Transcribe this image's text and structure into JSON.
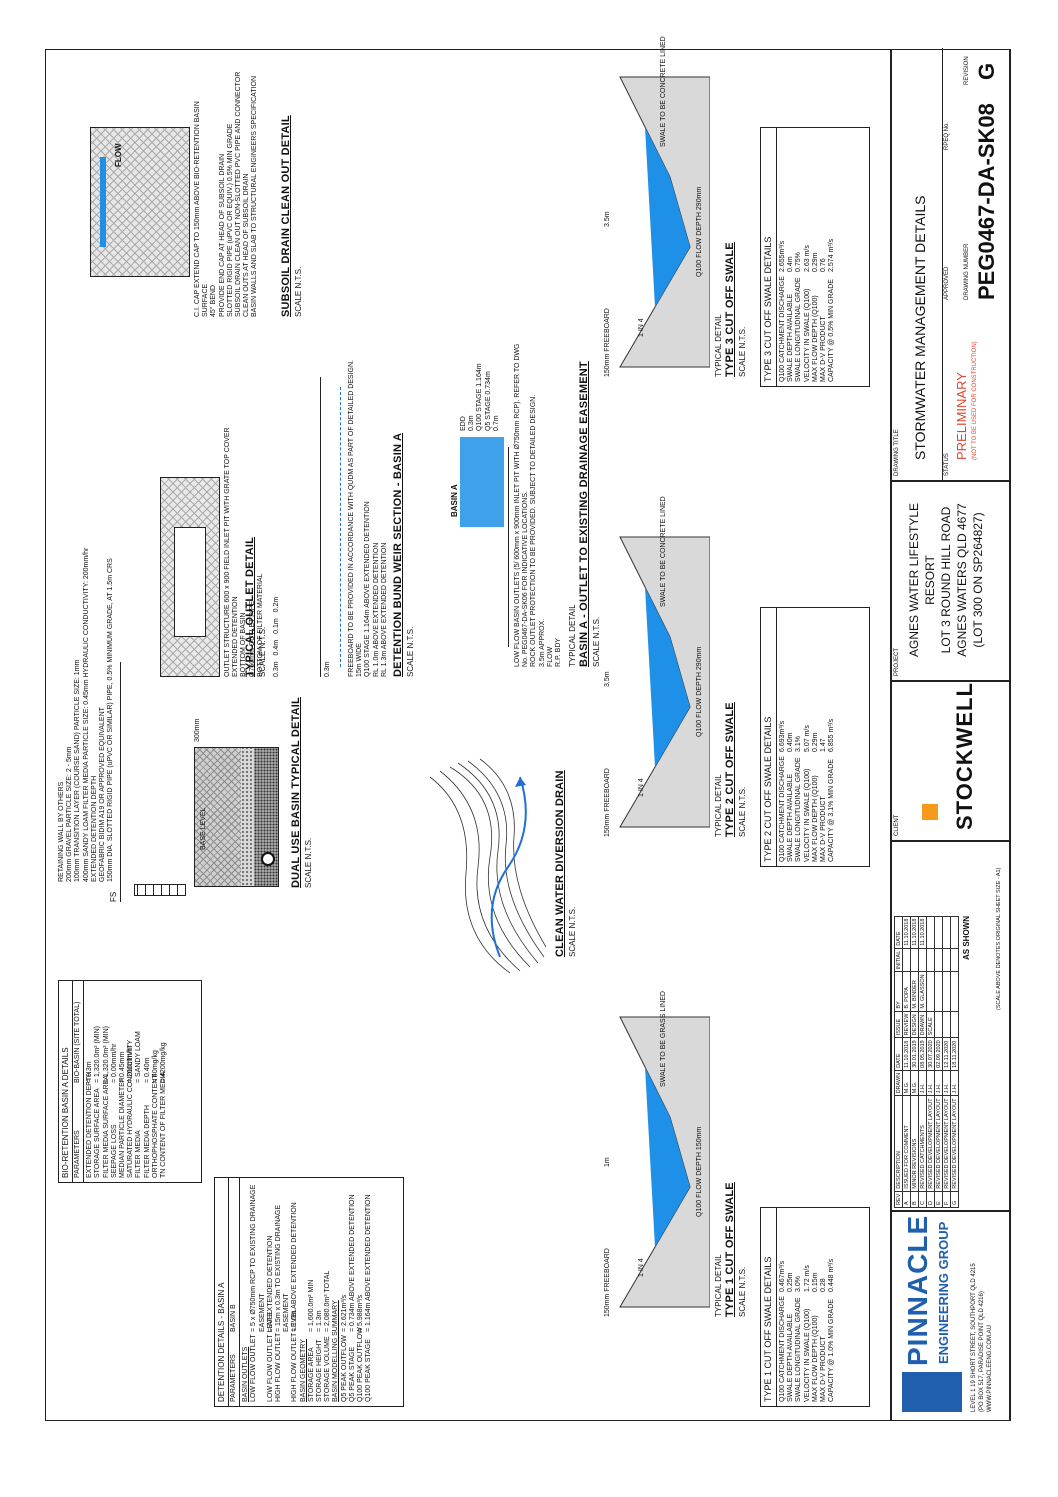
{
  "bio_table": {
    "title": "BIO-RETENTION BASIN A DETAILS",
    "col_param": "PARAMETERS",
    "col_value": "BIO-BASIN (SITE TOTAL)",
    "rows": [
      [
        "EXTENDED DETENTION DEPTH",
        "= 0.3m"
      ],
      [
        "STORAGE SURFACE AREA",
        "= 1,320.0m² (MIN)"
      ],
      [
        "FILTER MEDIA SURFACE AREA",
        "= 1,320.0m² (MIN)"
      ],
      [
        "SEEPAGE LOSS",
        "= 0.00mm/hr"
      ],
      [
        "MEDIAN PARTICLE DIAMETER",
        "= 0.45mm"
      ],
      [
        "SATURATED HYDRAULIC CONDUCTIVITY",
        "= 200mm/hr"
      ],
      [
        "FILTER MEDIA",
        "= SANDY LOAM"
      ],
      [
        "FILTER MEDIA DEPTH",
        "= 0.40m"
      ],
      [
        "ORTHOPHOSPHATE CONTENT",
        "= 40mg/kg"
      ],
      [
        "TN CONTENT OF FILTER MEDIA",
        "= 4200mg/kg"
      ]
    ]
  },
  "det_table": {
    "title": "DETENTION DETAILS - BASIN A",
    "col_param": "PARAMETERS",
    "col_value": "BASIN B",
    "rows": [
      [
        "BASIN OUTLETS",
        ""
      ],
      [
        "LOW FLOW OUTLET",
        "= 5 x Ø750mm RCP TO EXISTING DRAINAGE EASEMENT"
      ],
      [
        "LOW FLOW OUTLET LEVEL",
        "= AT EXTENDED DETENTION"
      ],
      [
        "HIGH FLOW OUTLET",
        "= 15m x 0.3m TO EXISTING DRAINAGE EASEMENT"
      ],
      [
        "HIGH FLOW OUTLET LEVEL",
        "= 1.0m ABOVE EXTENDED DETENTION"
      ],
      [
        "BASIN GEOMETRY",
        ""
      ],
      [
        "STORAGE AREA",
        "= 1,600.0m² MIN"
      ],
      [
        "STORAGE HEIGHT",
        "= 1.3m"
      ],
      [
        "STORAGE VOLUME",
        "= 2,080.0m³ TOTAL"
      ],
      [
        "BASIN MODELLING SUMMARY",
        ""
      ],
      [
        "Q5 PEAK OUTFLOW",
        "= 2.621m³/s"
      ],
      [
        "Q5 PEAK STAGE",
        "= 0.734m ABOVE EXTENDED DETENTION"
      ],
      [
        "Q100 PEAK OUTFLOW",
        "= 5.988m³/s"
      ],
      [
        "Q100 PEAK STAGE",
        "= 1.164m ABOVE EXTENDED DETENTION"
      ]
    ]
  },
  "swales": [
    {
      "title": "TYPE 1 CUT OFF SWALE DETAILS",
      "rows": [
        [
          "Q100 CATCHMENT DISCHARGE",
          "0.467m³/s"
        ],
        [
          "SWALE DEPTH AVAILABLE",
          "0.25m"
        ],
        [
          "SWALE LONGITUDINAL GRADE",
          "3.0%"
        ],
        [
          "VELOCITY IN SWALE (Q100)",
          "1.72 m/s"
        ],
        [
          "MAX FLOW DEPTH (Q100)",
          "0.15m"
        ],
        [
          "MAX D-V PRODUCT",
          "0.28"
        ],
        [
          "CAPACITY @ 1.0% MIN GRADE",
          "0.448 m³/s"
        ]
      ],
      "detail_label": "TYPICAL DETAIL",
      "caption": "TYPE 1 CUT OFF SWALE",
      "scale": "SCALE N.T.S.",
      "width_dim": "1m",
      "flow_depth": "Q100 FLOW DEPTH 150mm",
      "lining": "SWALE TO BE GRASS LINED"
    },
    {
      "title": "TYPE 2 CUT OFF SWALE DETAILS",
      "rows": [
        [
          "Q100 CATCHMENT DISCHARGE",
          "6.693m³/s"
        ],
        [
          "SWALE DEPTH AVAILABLE",
          "0.40m"
        ],
        [
          "SWALE LONGITUDINAL GRADE",
          "3.1%"
        ],
        [
          "VELOCITY IN SWALE (Q100)",
          "5.07 m/s"
        ],
        [
          "MAX FLOW DEPTH (Q100)",
          "0.29m"
        ],
        [
          "MAX D-V PRODUCT",
          "1.47"
        ],
        [
          "CAPACITY @ 3.1% MIN GRADE",
          "6.855 m³/s"
        ]
      ],
      "detail_label": "TYPICAL DETAIL",
      "caption": "TYPE 2 CUT OFF SWALE",
      "scale": "SCALE N.T.S.",
      "width_dim": "3.5m",
      "flow_depth": "Q100 FLOW DEPTH 290mm",
      "lining": "SWALE TO BE CONCRETE LINED"
    },
    {
      "title": "TYPE 3 CUT OFF SWALE DETAILS",
      "rows": [
        [
          "Q100 CATCHMENT DISCHARGE",
          "2.655m³/s"
        ],
        [
          "SWALE DEPTH AVAILABLE",
          "0.4m"
        ],
        [
          "SWALE LONGITUDINAL GRADE",
          "0.75%"
        ],
        [
          "VELOCITY IN SWALE (Q100)",
          "2.63 m/s"
        ],
        [
          "MAX FLOW DEPTH (Q100)",
          "0.29m"
        ],
        [
          "MAX D-V PRODUCT",
          "0.76"
        ],
        [
          "CAPACITY @ 0.5% MIN GRADE",
          "2.574 m³/s"
        ]
      ],
      "detail_label": "TYPICAL DETAIL",
      "caption": "TYPE 3 CUT OFF SWALE",
      "scale": "SCALE N.T.S.",
      "width_dim": "3.5m",
      "flow_depth": "Q100 FLOW DEPTH 290mm",
      "lining": "SWALE TO BE CONCRETE LINED"
    }
  ],
  "freeboard": "150mm FREEBOARD",
  "slope": "1 IN 4",
  "dual_use": {
    "caption": "DUAL USE BASIN TYPICAL DETAIL",
    "scale": "SCALE N.T.S.",
    "fs": "FS",
    "notes": [
      "RETAINING WALL BY OTHERS",
      "200mm GRAVEL PARTICLE SIZE: 2 - 5mm",
      "100mm TRANSITION LAYER (COURSE SAND) PARTICLE SIZE: 1mm",
      "400mm SANDY LOAM FILTER MEDIA PARTICLE SIZE: 0.45mm HYDRAULIC CONDUCTIVITY: 200mm/hr",
      "EXTENDED DETENTION DEPTH",
      "GEOFABRIC BIDIM A19 OR APPROVED EQUIVALENT",
      "150mm DIA. SLOTTED RIGID PIPE (uPVC OR SIMILAR) PIPE, 0.5% MINIMUM GRADE, AT 1.5m CRS"
    ],
    "base_level": "BASE LEVEL",
    "dim": "300mm"
  },
  "outlet": {
    "caption": "TYPICAL OUTLET DETAIL",
    "scale": "SCALE N.T.S.",
    "notes": [
      "OUTLET STRUCTURE 600 x 900 FIELD INLET PIT WITH GRATE TOP COVER",
      "EXTENDED DETENTION",
      "BOTTOM OF BASIN",
      "Ø750mm OUTLET PIPE",
      "BOTTOM OF FILTER MATERIAL"
    ],
    "dims": [
      "0.3m",
      "0.4m",
      "0.1m",
      "0.2m"
    ]
  },
  "subsoil": {
    "caption": "SUBSOIL DRAIN CLEAN OUT DETAIL",
    "scale": "SCALE N.T.S.",
    "notes": [
      "C.I. CAP EXTEND CAP TO 150mm ABOVE BIO-RETENTION BASIN SURFACE",
      "45° BEND",
      "PROVIDE END CAP AT HEAD OF SUBSOIL DRAIN",
      "SLOTTED RIGID PIPE (uPVC OR EQUIV.) 0.5% MIN GRADE",
      "SUBSOIL DRAIN CLEAN OUT NON-SLOTTED PVC PIPE AND CONNECTOR CLEAN OUTS AT HEAD OF SUBSOIL DRAIN",
      "BASIN WALLS AND SLAB TO STRUCTURAL ENGINEERS SPECIFICATION"
    ],
    "flow": "FLOW"
  },
  "weir": {
    "caption": "DETENTION BUND WEIR SECTION - BASIN A",
    "scale": "SCALE N.T.S.",
    "notes": [
      "FREEBOARD TO BE PROVIDED IN ACCORDANCE WITH QUDM AS PART OF DETAILED DESIGN.",
      "15m WIDE",
      "Q100 STAGE 1.164m ABOVE EXTENDED DETENTION",
      "RL 1.0m ABOVE EXTENDED DETENTION",
      "RL 1.3m ABOVE EXTENDED DETENTION"
    ],
    "dim": "0.3m"
  },
  "clean_water": {
    "caption": "CLEAN WATER DIVERSION DRAIN",
    "scale": "SCALE N.T.S."
  },
  "basin_outlet": {
    "detail_label": "TYPICAL DETAIL",
    "caption": "BASIN A - OUTLET TO EXISTING DRAINAGE EASEMENT",
    "scale": "SCALE N.T.S.",
    "basin": "BASIN A",
    "notes": [
      "LOW FLOW BASIN OUTLETS (5/ 600mm x 900mm INLET PIT WITH Ø750mm RCP). REFER TO DWG No. PEG0467-DA-SK06 FOR INDICATIVE LOCATIONS.",
      "ROCK OUTLET PROTECTION TO BE PROVIDED. SUBJECT TO DETAILED DESIGN.",
      "3.5m APPROX.",
      "FLOW",
      "R.P. BDY"
    ],
    "levels": [
      "EDD",
      "0.3m",
      "Q100 STAGE 1.164m",
      "Q5 STAGE 0.734m",
      "0.7m"
    ]
  },
  "revisions": {
    "headers": [
      "REV",
      "DESCRIPTION",
      "DRAWN",
      "DATE",
      "ISSUE",
      "BY",
      "INITIAL",
      "DATE"
    ],
    "rows": [
      [
        "A",
        "ISSUED FOR COMMENT",
        "M.G.",
        "11.10.2018",
        "REVIEW",
        "B. POPA",
        "",
        "11.10.2018"
      ],
      [
        "B",
        "MINOR REVISIONS",
        "M.G.",
        "30.01.2019",
        "DESIGN",
        "M. BINDER",
        "",
        "11.10.2018"
      ],
      [
        "C",
        "REVISED CATCHMENTS",
        "J.H.",
        "08.05.2019",
        "DRAWN",
        "M. GLASSON",
        "",
        "11.10.2018"
      ],
      [
        "D",
        "REVISED DEVELOPMENT LAYOUT",
        "J.H.",
        "30.07.2020",
        "SCALE",
        "",
        "",
        ""
      ],
      [
        "E",
        "REVISED DEVELOPMENT LAYOUT",
        "J.H.",
        "02.09.2020",
        "",
        "",
        "",
        ""
      ],
      [
        "F",
        "REVISED DEVELOPMENT LAYOUT",
        "J.H.",
        "12.11.2020",
        "",
        "",
        "",
        ""
      ],
      [
        "G",
        "REVISED DEVELOPMENT LAYOUT",
        "J.H.",
        "18.11.2020",
        "",
        "",
        "",
        ""
      ]
    ],
    "scale_value": "AS SHOWN",
    "scale_note": "(SCALE ABOVE DENOTES ORIGINAL SHEET SIZE - A1)"
  },
  "company": {
    "name": "PINNACLE",
    "sub": "ENGINEERING GROUP",
    "address": [
      "LEVEL 1 19 SHORT STREET, SOUTHPORT QLD 4215",
      "(PO BOX 517, PARADISE POINT QLD 4216)",
      "WWW.PINNACLEENG.COM.AU"
    ]
  },
  "client": {
    "label": "CLIENT",
    "name": "STOCKWELL"
  },
  "project": {
    "label": "PROJECT",
    "lines": [
      "AGNES WATER LIFESTYLE",
      "RESORT",
      "LOT 3 ROUND HILL ROAD",
      "AGNES WATERS QLD 4677",
      "(LOT 300 ON SP264827)"
    ]
  },
  "drawing": {
    "title_label": "DRAWING TITLE",
    "title": "STORMWATER MANAGEMENT DETAILS",
    "status_label": "STATUS",
    "status": "PRELIMINARY",
    "status_note": "(NOT TO BE USED FOR CONSTRUCTION)",
    "approved_label": "APPROVED",
    "rpeq_label": "RPEQ No.",
    "number_label": "DRAWING NUMBER",
    "number": "PEG0467-DA-SK08",
    "revision_label": "REVISION",
    "revision": "G"
  },
  "colors": {
    "water": "#1e90e8",
    "pinnacle_blue": "#1f5fae",
    "status_red": "#e0452b",
    "stockwell_orange": "#f59a1b"
  }
}
